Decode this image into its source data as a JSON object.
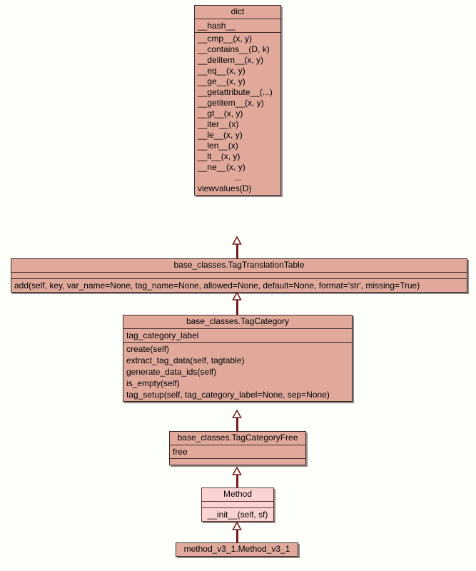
{
  "diagram": {
    "type": "uml-class-diagram",
    "background_color": "#fdfffa",
    "class_fill_color": "#e0a99c",
    "builtin_fill_color": "#fbd3d3",
    "border_color": "#3d2b28",
    "arrow_color": "#7a1b1b",
    "relation": "generalization"
  },
  "classes": {
    "dict": {
      "title": "dict",
      "attributes": [
        "__hash__"
      ],
      "methods": [
        "__cmp__(x, y)",
        "__contains__(D, k)",
        "__delitem__(x, y)",
        "__eq__(x, y)",
        "__ge__(x, y)",
        "__getattribute__(...)",
        "__getitem__(x, y)",
        "__gt__(x, y)",
        "__iter__(x)",
        "__le__(x, y)",
        "__len__(x)",
        "__lt__(x, y)",
        "__ne__(x, y)",
        "...",
        "viewvalues(D)"
      ]
    },
    "tag_translation_table": {
      "title": "base_classes.TagTranslationTable",
      "attributes": [],
      "methods": [
        "add(self, key, var_name=None, tag_name=None, allowed=None, default=None, format='str', missing=True)"
      ]
    },
    "tag_category": {
      "title": "base_classes.TagCategory",
      "attributes": [
        "tag_category_label"
      ],
      "methods": [
        "create(self)",
        "extract_tag_data(self, tagtable)",
        "generate_data_ids(self)",
        "is_empty(self)",
        "tag_setup(self, tag_category_label=None, sep=None)"
      ]
    },
    "tag_category_free": {
      "title": "base_classes.TagCategoryFree",
      "attributes": [
        "free"
      ],
      "methods": []
    },
    "method": {
      "title": "Method",
      "attributes": [],
      "methods": [
        "__init__(self, sf)"
      ]
    },
    "method_v3_1": {
      "title": "method_v3_1.Method_v3_1",
      "attributes": [],
      "methods": []
    }
  },
  "edges": [
    {
      "name": "dict-to-tagtranslationtable",
      "from": "tag_translation_table",
      "to": "dict"
    },
    {
      "name": "tagtranslationtable-to-tagcategory",
      "from": "tag_category",
      "to": "tag_translation_table"
    },
    {
      "name": "tagcategory-to-tagcategoryfree",
      "from": "tag_category_free",
      "to": "tag_category"
    },
    {
      "name": "tagcategoryfree-to-method",
      "from": "method",
      "to": "tag_category_free"
    },
    {
      "name": "method-to-methodv31",
      "from": "method_v3_1",
      "to": "method"
    }
  ]
}
